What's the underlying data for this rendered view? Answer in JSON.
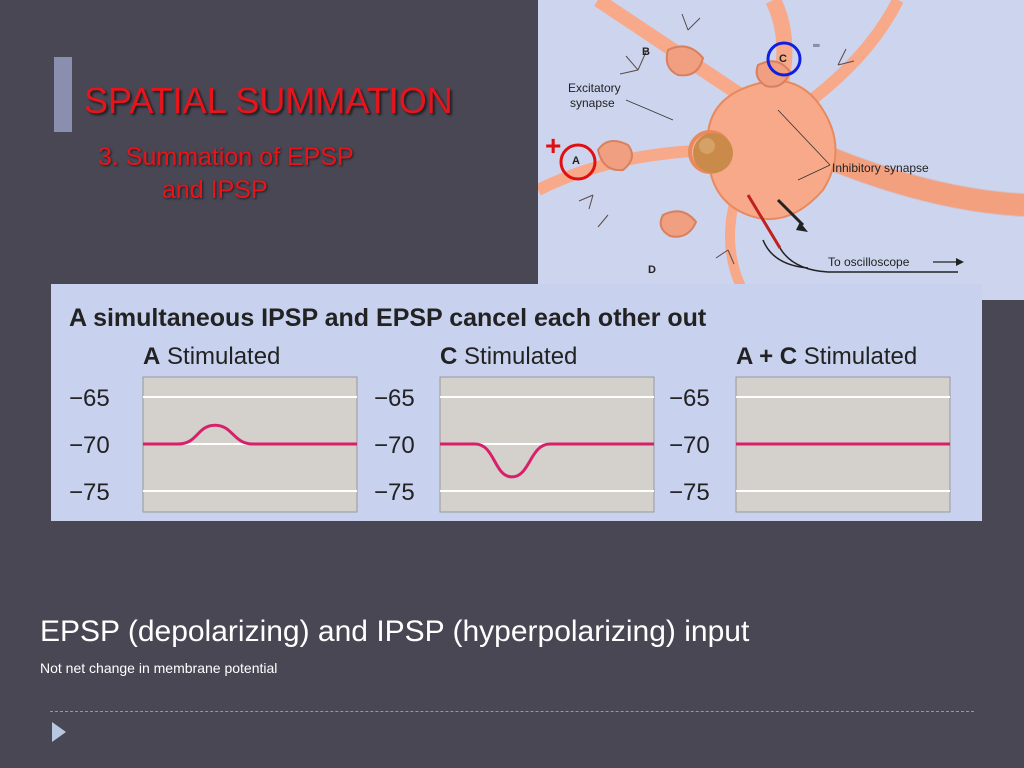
{
  "slide": {
    "title": "SPATIAL SUMMATION",
    "subtitle_line1": "3. Summation of EPSP",
    "subtitle_line2": "and IPSP",
    "body": "EPSP (depolarizing) and IPSP (hyperpolarizing) input",
    "note": "Not net change in membrane potential"
  },
  "neuron_figure": {
    "labels": {
      "a": "A",
      "b": "B",
      "c": "C",
      "d": "D",
      "excitatory_line1": "Excitatory",
      "excitatory_line2": "synapse",
      "inhibitory": "Inhibitory synapse",
      "oscilloscope": "To oscilloscope"
    },
    "markers": {
      "plus": "+",
      "minus": "-"
    },
    "colors": {
      "excitatory_marker": "#e01010",
      "inhibitory_marker": "#1020e0",
      "cell": "#f7a98a",
      "nucleus": "#c98a4a"
    }
  },
  "graph_panel": {
    "heading": "A simultaneous IPSP and EPSP cancel each other out",
    "y_ticks": [
      "−65",
      "−70",
      "−75"
    ],
    "trace_color": "#d8206a",
    "graphs": [
      {
        "label_bold": "A",
        "label_rest": " Stimulated",
        "peak_mV": -68.0
      },
      {
        "label_bold": "C",
        "label_rest": " Stimulated",
        "peak_mV": -73.5
      },
      {
        "label_bold": "A + C",
        "label_rest": " Stimulated",
        "peak_mV": -70.0
      }
    ]
  }
}
